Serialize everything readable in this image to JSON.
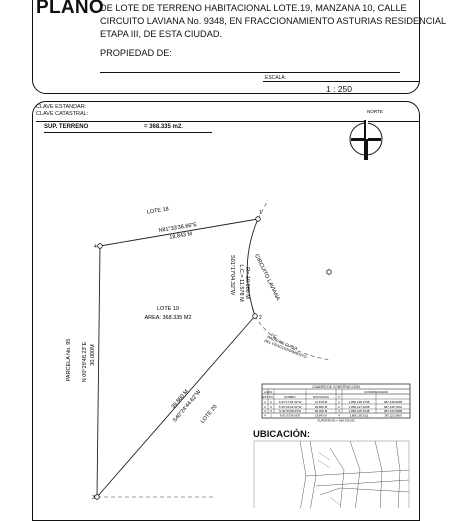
{
  "header": {
    "title": "PLANO",
    "description_lines": [
      "DE LOTE DE TERRENO HABITACIONAL LOTE.19, MANZANA 10, CALLE",
      "CIRCUITO LAVIANA No. 9348, EN FRACCIONAMIENTO ASTURIAS RESIDENCIAL",
      "ETAPA III, DE ESTA CIUDAD."
    ],
    "owner_label": "PROPIEDAD DE:",
    "scale_label": "ESCALA:",
    "scale_value": "1 : 250"
  },
  "panel": {
    "clave_estandar": "CLAVE ESTANDAR:",
    "clave_catastral": "CLAVE CATASTRAL:",
    "area_label": "SUP. TERRENO",
    "area_value": "=    368.335   m2.",
    "north_label": "NORTE",
    "location_label": "UBICACIÓN:"
  },
  "plot": {
    "lot_label": "LOTE 19",
    "area_text": "AREA: 368.335 M2",
    "neighbor_north": "LOTE 18",
    "neighbor_south": "LOTE 20",
    "neighbor_west": "PARCELA No. 95",
    "street": "CIRCUITO LAVIANA",
    "north_bearing": "N81°33'36.66\"E",
    "north_distance": "18.843 M",
    "chord_bearing": "S01°17'04.32\"W",
    "arc_length": "L.C.= 11.578 M",
    "radius": "R= 10.000 M",
    "west_bearing": "N 00°29'48.23\"E",
    "west_distance": "30.000M",
    "southeast_distance": "39.860 M",
    "southeast_bearing": "S40°24'44.62\"W",
    "curve_note": "P.C.",
    "curve_note_2": "RADIO DE CURVA",
    "curve_note_3": "DEL FRACCIONAMIENTO",
    "vertices": [
      "1",
      "2",
      "3",
      "4"
    ]
  },
  "table": {
    "title": "CUADRO DE CONSTRUCCION",
    "headers": [
      "LADO",
      "EST",
      "PV",
      "RUMBO",
      "DISTANCIA",
      "V",
      "COORDENADAS"
    ],
    "rows": [
      [
        "1",
        "2",
        "S 01°17'04.32\"W",
        "11.578 M",
        "1",
        "1,866,138.2708",
        "387,248.9999"
      ],
      [
        "2",
        "3",
        "S 40°24'44.62\"W",
        "39.860 M",
        "2",
        "1,866,127.4298",
        "387,245.7841"
      ],
      [
        "3",
        "4",
        "N 00°29'48.23\"E",
        "30.000 M",
        "3",
        "1,866,105.5148",
        "387,223.9989"
      ],
      [
        "4",
        "1",
        "N 81°33'36.66\"E",
        "18.843 M",
        "4",
        "1,866,135.9111",
        "387,222.6669"
      ]
    ],
    "footer": "SUPERFICIE = 368.335 M2"
  }
}
